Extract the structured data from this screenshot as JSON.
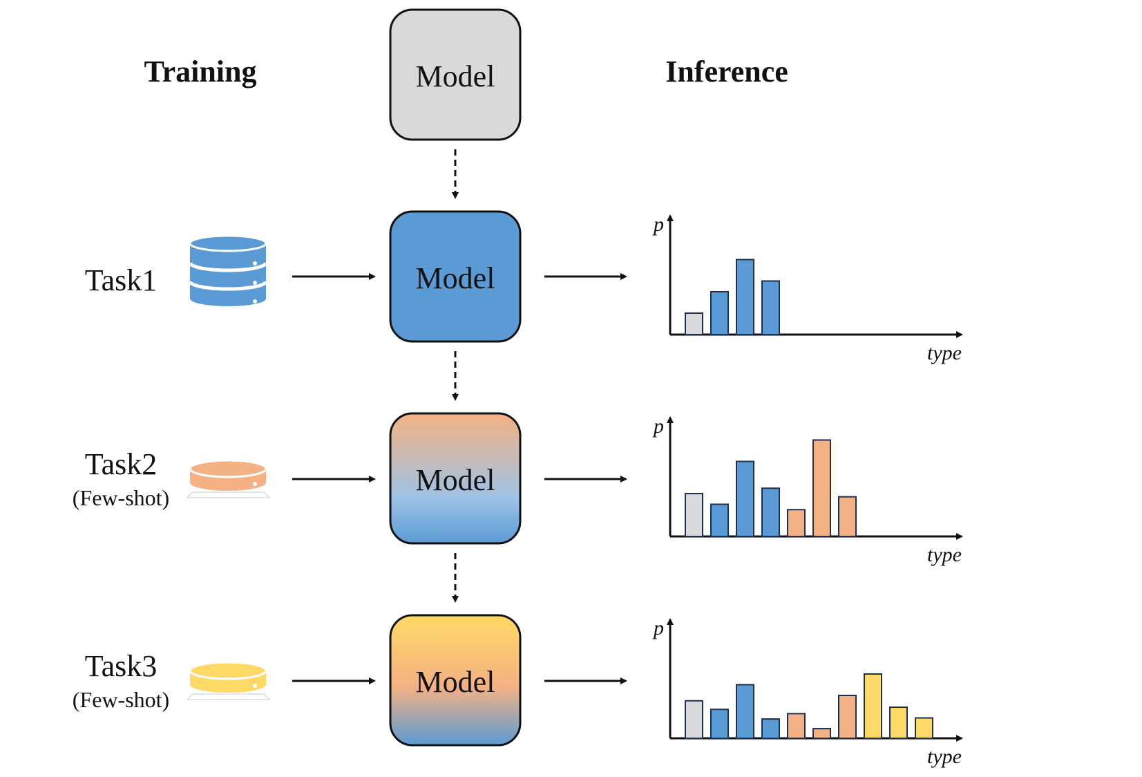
{
  "headings": {
    "training": "Training",
    "inference": "Inference"
  },
  "models": {
    "initial": "Model",
    "task1": "Model",
    "task2": "Model",
    "task3": "Model"
  },
  "tasks": [
    {
      "label": "Task1",
      "sub": "",
      "db_icon": "database-stack-icon"
    },
    {
      "label": "Task2",
      "sub": "(Few-shot)",
      "db_icon": "database-disk-icon"
    },
    {
      "label": "Task3",
      "sub": "(Few-shot)",
      "db_icon": "database-disk-icon"
    }
  ],
  "colors": {
    "gray": "#d9d9d9",
    "blue": "#5b9bd5",
    "orange": "#f4b183",
    "yellow": "#ffd966",
    "outline": "#1f2f4f"
  },
  "chart_data": [
    {
      "type": "bar",
      "xlabel": "type",
      "ylabel": "p",
      "values": [
        2,
        4,
        7,
        5
      ],
      "colors": [
        "gray",
        "blue",
        "blue",
        "blue"
      ]
    },
    {
      "type": "bar",
      "xlabel": "type",
      "ylabel": "p",
      "values": [
        4,
        3,
        7,
        4.5,
        2.5,
        9,
        3.7
      ],
      "colors": [
        "gray",
        "blue",
        "blue",
        "blue",
        "orange",
        "orange",
        "orange"
      ]
    },
    {
      "type": "bar",
      "xlabel": "type",
      "ylabel": "p",
      "values": [
        3.5,
        2.7,
        5,
        1.8,
        2.3,
        0.9,
        4,
        6,
        2.9,
        1.9
      ],
      "colors": [
        "gray",
        "blue",
        "blue",
        "blue",
        "orange",
        "orange",
        "orange",
        "yellow",
        "yellow",
        "yellow"
      ]
    }
  ]
}
